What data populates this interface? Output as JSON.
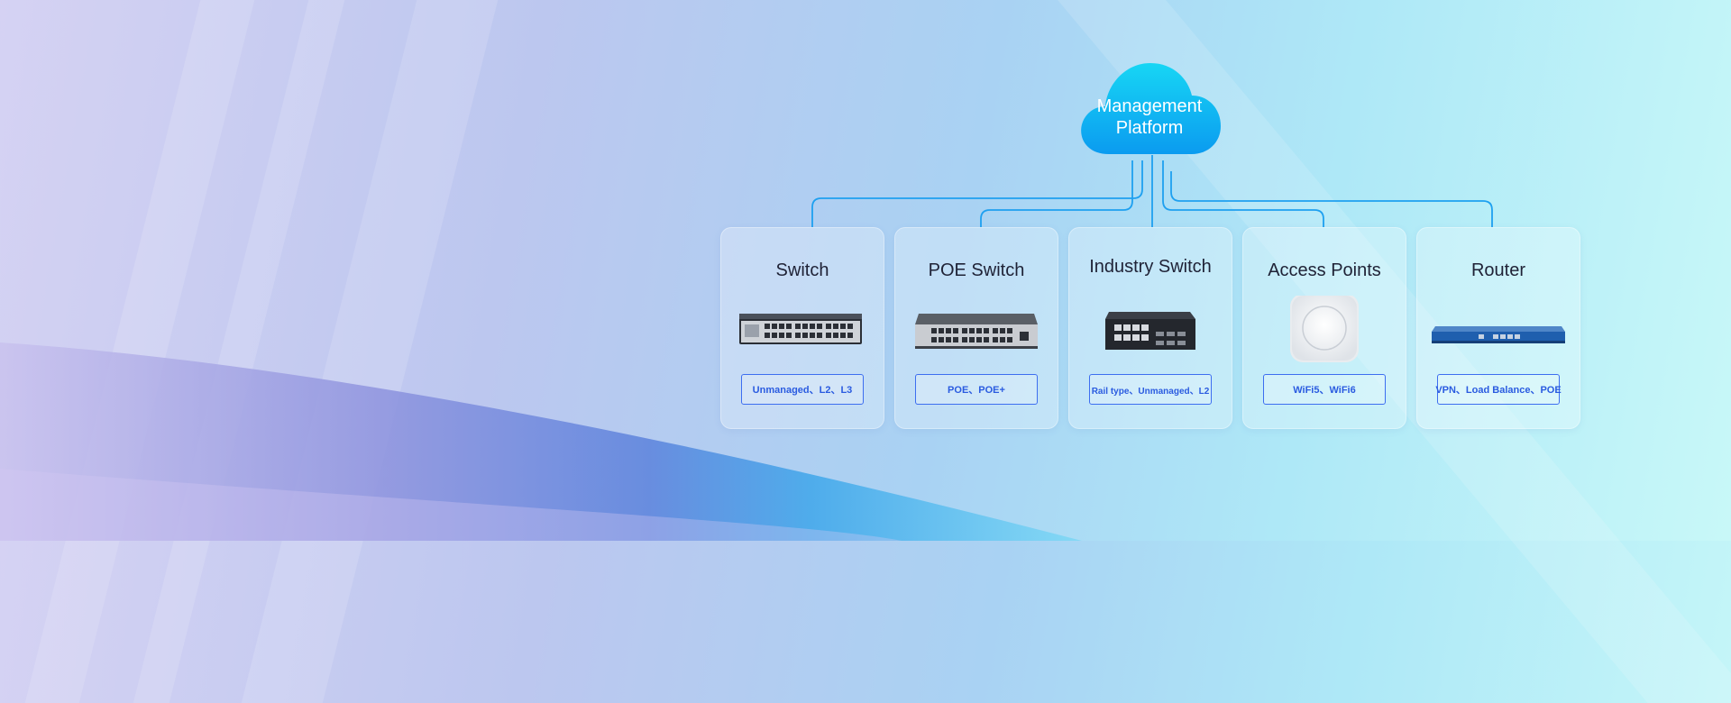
{
  "cloud": {
    "line1": "Management",
    "line2": "Platform",
    "color_top": "#17d6f4",
    "color_bottom": "#0b9bf0"
  },
  "connector_color": "#1ea0f0",
  "cards": [
    {
      "title": "Switch",
      "tag": "Unmanaged、L2、L3",
      "icon": "network-switch-icon"
    },
    {
      "title": "POE Switch",
      "tag": "POE、POE+",
      "icon": "poe-switch-icon"
    },
    {
      "title": "Industry Switch",
      "tag": "Rail type、Unmanaged、L2",
      "icon": "industrial-switch-icon"
    },
    {
      "title": "Access Points",
      "tag": "WiFi5、WiFi6",
      "icon": "access-point-icon"
    },
    {
      "title": "Router",
      "tag": "VPN、Load Balance、POE",
      "icon": "router-icon"
    }
  ],
  "colors": {
    "tag_border": "#3d6ef0",
    "tag_text": "#2a5be0",
    "title_text": "#1f2236"
  }
}
